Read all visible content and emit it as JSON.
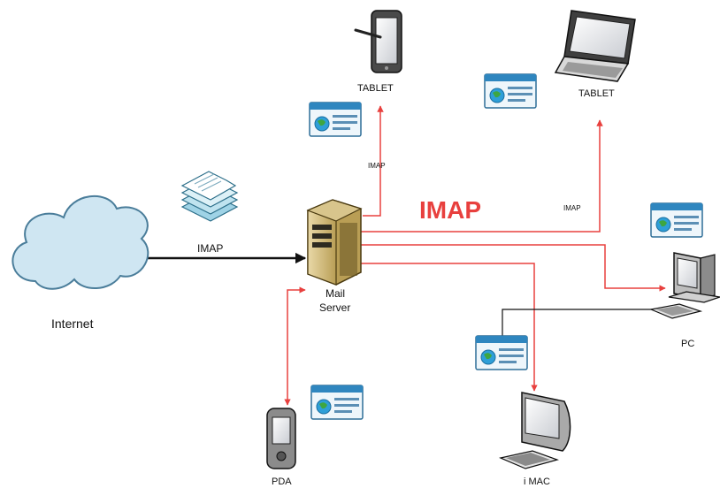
{
  "nodes": {
    "internet": "Internet",
    "mail_server_line1": "Mail",
    "mail_server_line2": "Server",
    "tablet_top": "TABLET",
    "laptop": "TABLET",
    "pc": "PC",
    "imac": "i MAC",
    "pda": "PDA"
  },
  "edges": {
    "internet_to_server": "IMAP",
    "server_to_tablet": "IMAP",
    "server_to_laptop": "IMAP",
    "main_title": "IMAP"
  },
  "colors": {
    "accent_red": "#e8403e",
    "internet_label": "#8b2a20",
    "cloud_fill": "#cfe6f2",
    "cloud_stroke": "#4a7d9a",
    "black": "#111111"
  },
  "icons": {
    "cloud": "cloud-icon",
    "documents": "document-stack-icon",
    "server": "server-tower-icon",
    "tablet": "tablet-icon",
    "laptop": "laptop-icon",
    "pc": "desktop-pc-icon",
    "imac": "imac-icon",
    "pda": "pda-icon",
    "email": "email-window-icon"
  }
}
